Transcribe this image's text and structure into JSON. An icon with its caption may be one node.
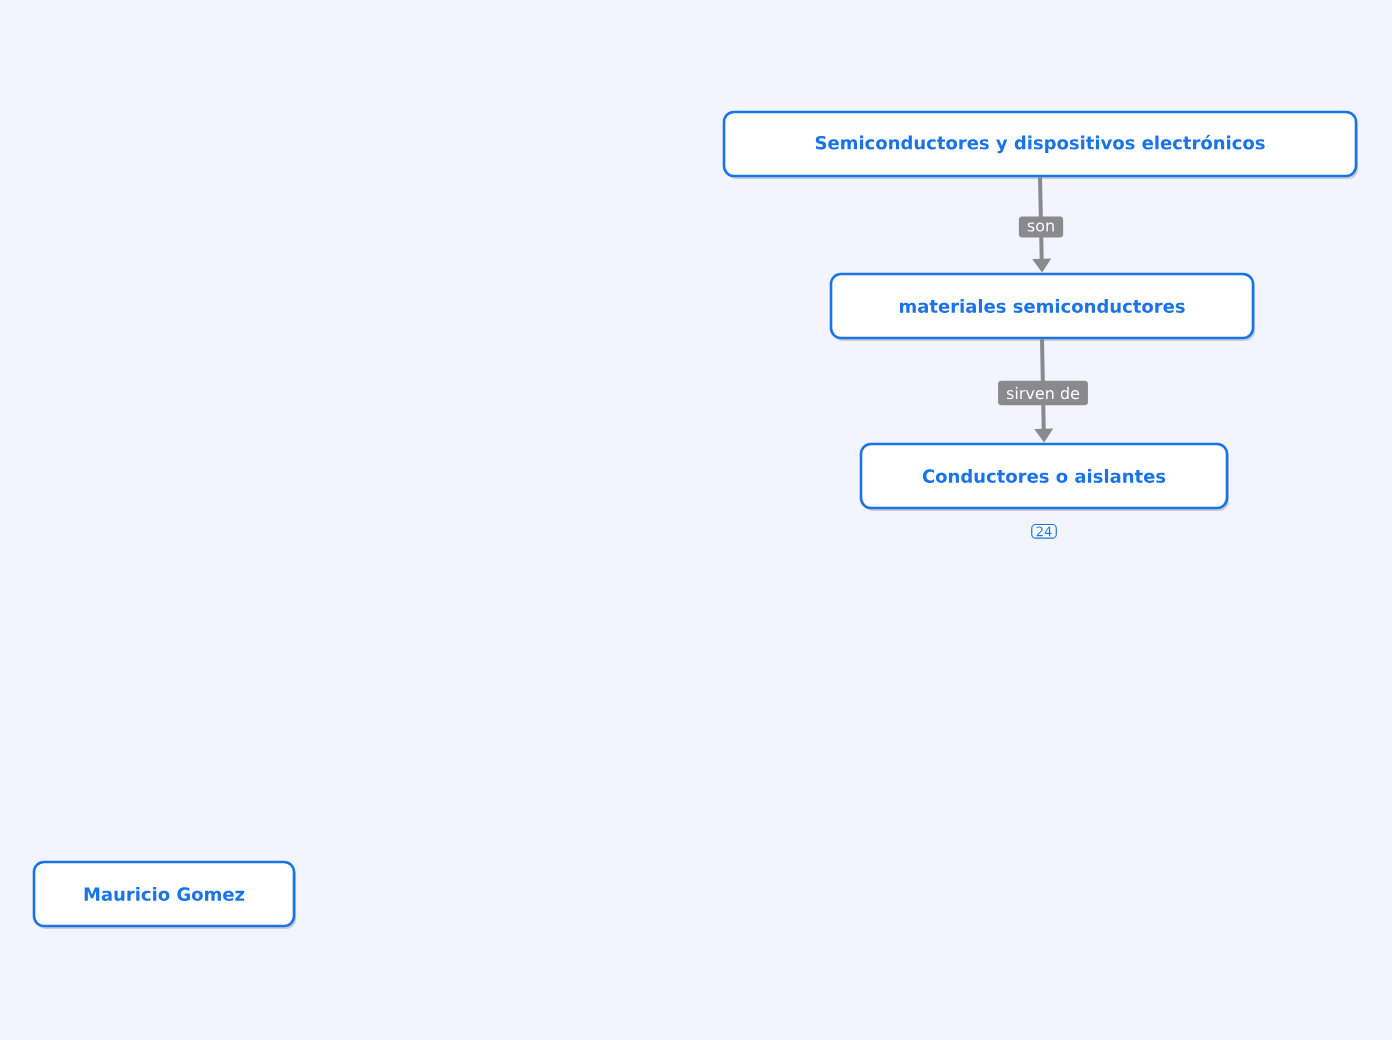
{
  "diagram": {
    "nodes": [
      {
        "text": [
          "Semiconductores y dispositivos electrónicos"
        ]
      },
      {
        "text": [
          "materiales semiconductores"
        ]
      },
      {
        "text": [
          "Conductores o aislantes"
        ],
        "beside": [
          "24"
        ]
      },
      {
        "text": [
          "Mauricio Gomez"
        ]
      }
    ],
    "edges": [
      {
        "from": 0,
        "to": 1,
        "arrow": "to",
        "label": "son"
      },
      {
        "from": 1,
        "to": 2,
        "arrow": "to",
        "label": "sirven de"
      }
    ]
  }
}
